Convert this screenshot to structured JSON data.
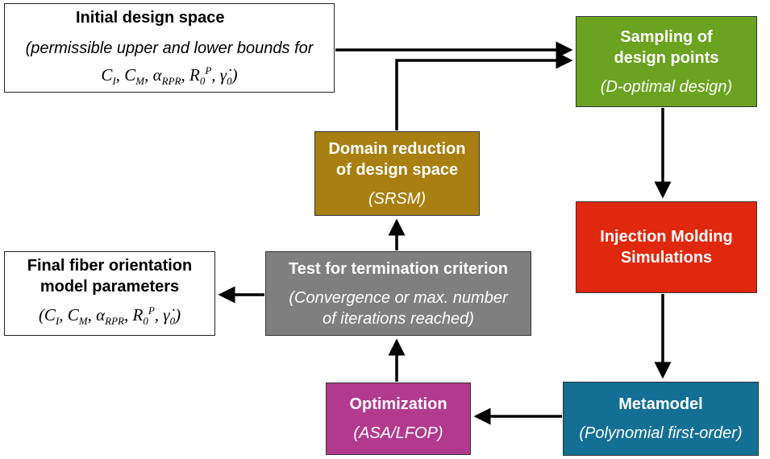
{
  "nodes": {
    "initial": {
      "title": "Initial design space",
      "subtitle": "(permissible upper and lower bounds for",
      "params": "C_I, C_M, α_RPR, R_0^P, γ̇_0)"
    },
    "sampling": {
      "title_line1": "Sampling of",
      "title_line2": "design points",
      "subtitle": "(D-optimal design)"
    },
    "domain": {
      "title_line1": "Domain reduction",
      "title_line2": "of design space",
      "subtitle": "(SRSM)"
    },
    "injection": {
      "title_line1": "Injection Molding",
      "title_line2": "Simulations"
    },
    "test": {
      "title": "Test for termination criterion",
      "subtitle_line1": "(Convergence or max. number",
      "subtitle_line2": "of iterations reached)"
    },
    "final": {
      "title_line1": "Final fiber orientation",
      "title_line2": "model parameters",
      "params": "(C_I, C_M, α_RPR, R_0^P, γ̇_0)"
    },
    "optimization": {
      "title": "Optimization",
      "subtitle": "(ASA/LFOP)"
    },
    "metamodel": {
      "title": "Metamodel",
      "subtitle": "(Polynomial first-order)"
    }
  },
  "colors": {
    "sampling": "#6aa31f",
    "domain": "#a87f10",
    "injection": "#e0280f",
    "test": "#7f7f7f",
    "optimization": "#b23a8e",
    "metamodel": "#136f93",
    "arrow": "#000000"
  },
  "edges": [
    {
      "from": "initial",
      "to": "sampling"
    },
    {
      "from": "domain",
      "to": "sampling"
    },
    {
      "from": "sampling",
      "to": "injection"
    },
    {
      "from": "injection",
      "to": "metamodel"
    },
    {
      "from": "metamodel",
      "to": "optimization"
    },
    {
      "from": "optimization",
      "to": "test"
    },
    {
      "from": "test",
      "to": "domain"
    },
    {
      "from": "test",
      "to": "final"
    }
  ]
}
